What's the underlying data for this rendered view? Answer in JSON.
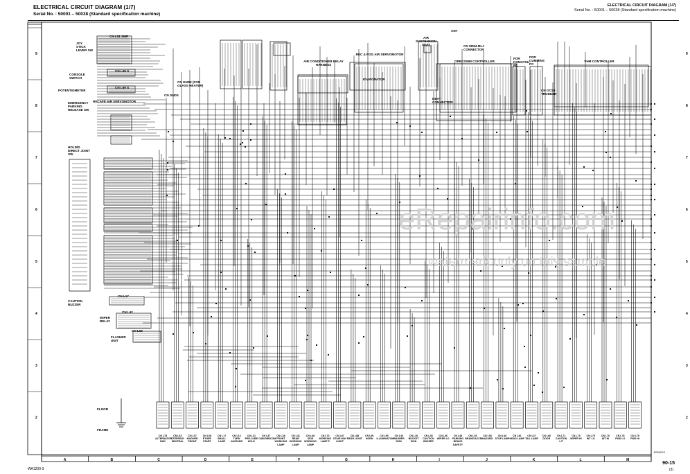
{
  "header": {
    "title": "ELECTRICAL CIRCUIT DIAGRAM (1/7)",
    "serial": "Serial No. : 50001 – 50038   (Standard specification machine)",
    "right_title": "ELECTRICAL CIRCUIT DIAGRAM (1/7)",
    "right_serial": "Serial No. : 50001 – 50038  (Standard specification machine)"
  },
  "footer": {
    "model": "WA1200-3",
    "page": "90-15",
    "page_sub": "(3)",
    "drawing_code": "S09001S"
  },
  "watermark": {
    "site": "eRepairinfo.com",
    "note": "watermark only on this sample"
  },
  "left_components": {
    "joystick": "JOY STICK LEVER SW",
    "joystick_conn": "CN L51 SMP",
    "console_switch": "CONSOLE SWITCH",
    "console_conn": "CN L68 S",
    "potentiometer": "POTENTIOMETER",
    "potentiometer_conn": "CN L69 S",
    "emergency": "EMERGENCY PARKING RELEASE SW",
    "recafe": "RECAFE AIR SERVOMOTOR",
    "hold": "HOLD/D DIRECT JOINT SW",
    "caution_buzzer": "CAUTION BUZZER",
    "caution_conn": "CN L17",
    "wiper_relay": "WIPER RELAY",
    "wiper_conn": "CN L62",
    "flasher": "FLASHER UNIT",
    "flasher_conn": "CN L63",
    "floor": "FLOOR",
    "frame": "FRAME",
    "glass_heater": "CN GND2 (FOR GLASS HEATER)",
    "gnd3": "CN GND3"
  },
  "top_components": {
    "aircon": "AIR CONDITIONER RELAY HARNESS",
    "servomotor": "REC & FOG AIR SERVOMOTOR",
    "air_seat": "AIR SUSPENSION SEAT",
    "ant": "ANT",
    "mlj": "CN SR84 MLJ CONNECTOR",
    "orbcomm": "ORBCOMM CONTROLLER",
    "orb_conn": "CN ORB1",
    "komatsu": "FOR KOMATSU PC",
    "cummins": "FOR CUMMINS PC",
    "vhm": "VHM CONTROLLER",
    "vhm_conn": "CN OCS0 TRODEER",
    "evap": "EVAPORATOR",
    "dbat": "DBAT CONNECTOR"
  },
  "bottom_labels": [
    {
      "conn": "CN L78",
      "name": "ALTERNATOR R&D"
    },
    {
      "conn": "CN L63",
      "name": "STEERING NEUTRAL"
    },
    {
      "conn": "CN L07",
      "name": "MAGNER FRONT"
    },
    {
      "conn": "CN L08",
      "name": "ETHER START"
    },
    {
      "conn": "CN L17",
      "name": "SMALL LAMP"
    },
    {
      "conn": "CN L13",
      "name": "TURN HAZZARD"
    },
    {
      "conn": "CN L31",
      "name": "PRE-LUBE HOLD"
    },
    {
      "conn": "CN L37",
      "name": "CAB/ORBCOM"
    },
    {
      "conn": "CN L38",
      "name": "FRONT WORKING LAMP"
    },
    {
      "conn": "CN L41",
      "name": "REAR WORKING LAMP"
    },
    {
      "conn": "CN L68",
      "name": "SIDE WORKING LAMP"
    },
    {
      "conn": "CN L70",
      "name": "WORKING LAMP F"
    },
    {
      "conn": "CN L87",
      "name": "STAIR WAY LIGHT"
    },
    {
      "conn": "CN L88",
      "name": "REAR LIGHT"
    },
    {
      "conn": "CN L90",
      "name": "HORN"
    },
    {
      "conn": "CN L95",
      "name": "ILLUMINATION"
    },
    {
      "conn": "CN L33",
      "name": "WASHER DISK"
    },
    {
      "conn": "CN L30",
      "name": "BUCKET DISK"
    },
    {
      "conn": "CN L35",
      "name": "CAUTION BUZZER"
    },
    {
      "conn": "CN L36",
      "name": "WIPER LO"
    },
    {
      "conn": "CN L48",
      "name": "PARKING BRAKE SAFETY"
    },
    {
      "conn": "CN L53",
      "name": "BRAKE/ACCEL"
    },
    {
      "conn": "CN L53",
      "name": "HAZARD"
    },
    {
      "conn": "CN L48",
      "name": "STOP LAMP"
    },
    {
      "conn": "CN L46",
      "name": "HEAD LAMP"
    },
    {
      "conn": "CN L47",
      "name": "TAIL LAMP"
    },
    {
      "conn": "CN L80",
      "name": "DOOR"
    },
    {
      "conn": "CN L71",
      "name": "CAUTION L/T"
    },
    {
      "conn": "CN L73",
      "name": "WIPER HI"
    },
    {
      "conn": "CN L75",
      "name": "INT LO"
    },
    {
      "conn": "CN L76",
      "name": "INT HI"
    },
    {
      "conn": "CN L78",
      "name": "FWD LO"
    },
    {
      "conn": "CN L79",
      "name": "FWD HI"
    }
  ],
  "grid": {
    "columns": [
      "A",
      "B",
      "C",
      "D",
      "E",
      "F",
      "G",
      "H",
      "I",
      "J",
      "K",
      "L",
      "M"
    ],
    "rows": [
      "9",
      "8",
      "7",
      "6",
      "5",
      "4",
      "3",
      "2"
    ]
  }
}
